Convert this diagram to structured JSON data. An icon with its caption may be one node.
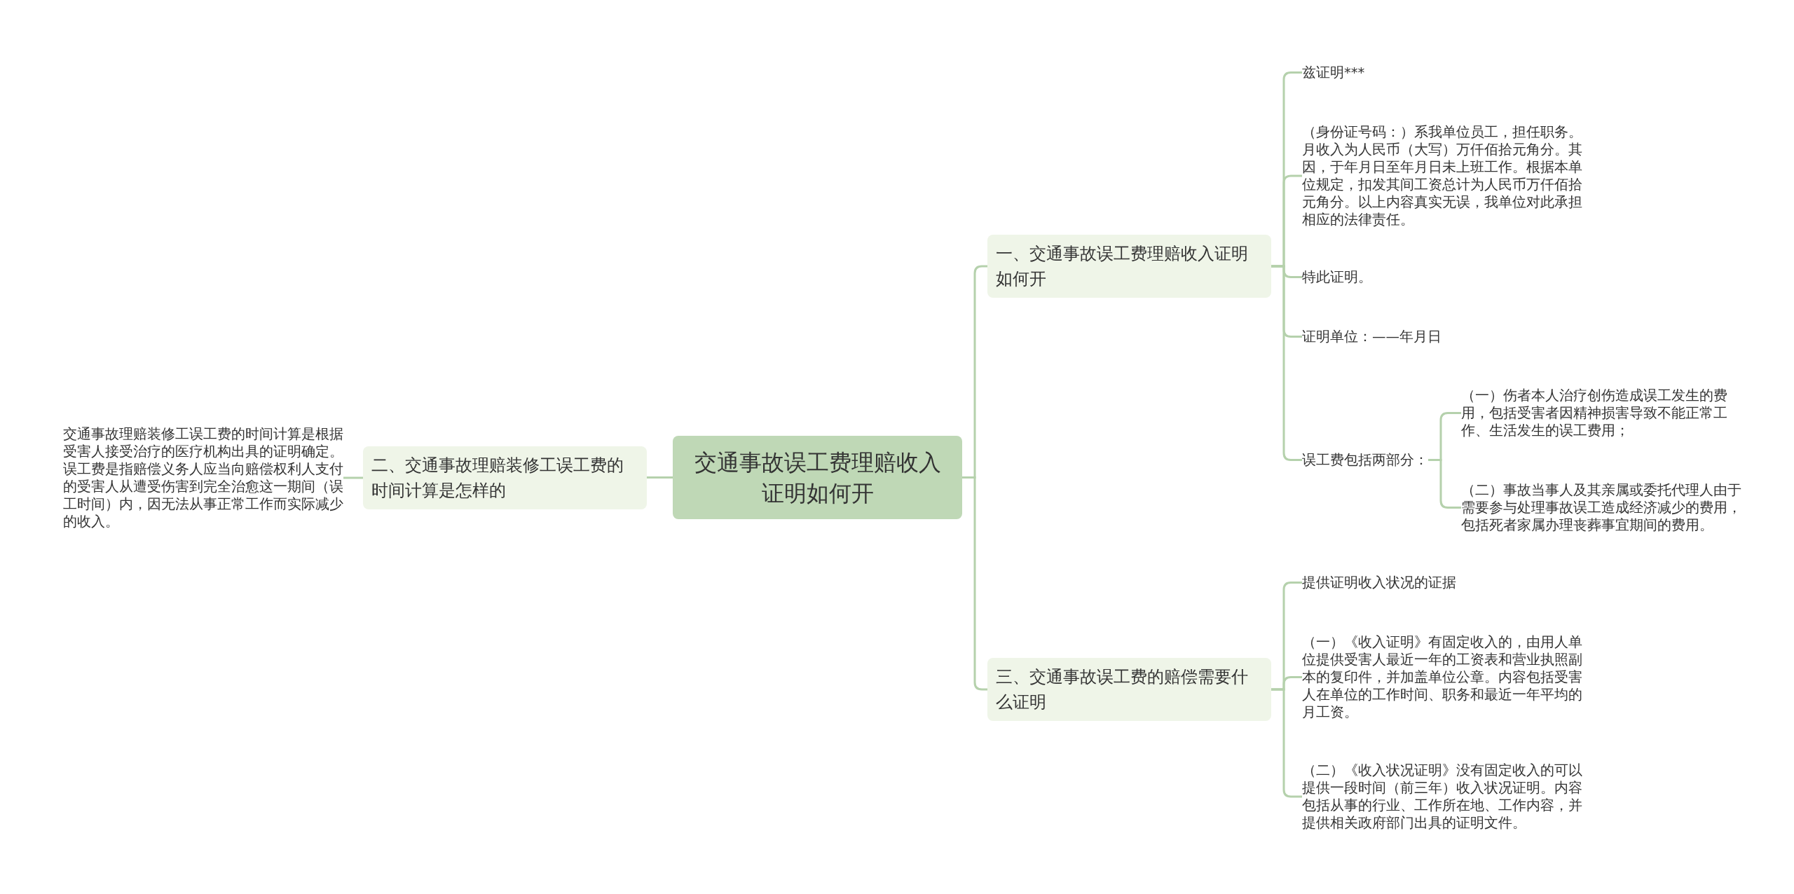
{
  "diagram": {
    "nodes": [
      {
        "text": [
          "交通事故误工费理赔收入证明如何开"
        ]
      },
      {
        "text": [
          "一、交通事故误工费理赔收入证明如何开"
        ]
      },
      {
        "text": [
          "兹证明***"
        ]
      },
      {
        "text": [
          "（身份证号码：）系我单位员工，担任职务。月收入为人民币（大写）万仟佰拾元角分。其因，于年月日至年月日未上班工作。根据本单位规定，扣发其间工资总计为人民币万仟佰拾元角分。以上内容真实无误，我单位对此承担相应的法律责任。"
        ]
      },
      {
        "text": [
          "特此证明。"
        ]
      },
      {
        "text": [
          "证明单位：——年月日"
        ]
      },
      {
        "text": [
          "误工费包括两部分："
        ]
      },
      {
        "text": [
          "（一）伤者本人治疗创伤造成误工发生的费用，包括受害者因精神损害导致不能正常工作、生活发生的误工费用；"
        ]
      },
      {
        "text": [
          "（二）事故当事人及其亲属或委托代理人由于需要参与处理事故误工造成经济减少的费用，包括死者家属办理丧葬事宜期间的费用。"
        ]
      },
      {
        "text": [
          "二、交通事故理赔装修工误工费的时间计算是怎样的"
        ]
      },
      {
        "text": [
          "交通事故理赔装修工误工费的时间计算是根据受害人接受治疗的医疗机构出具的证明确定。误工费是指赔偿义务人应当向赔偿权利人支付的受害人从遭受伤害到完全治愈这一期间（误工时间）内，因无法从事正常工作而实际减少的收入。"
        ]
      },
      {
        "text": [
          "三、交通事故误工费的赔偿需要什么证明"
        ]
      },
      {
        "text": [
          "提供证明收入状况的证据"
        ]
      },
      {
        "text": [
          "（一）《收入证明》有固定收入的，由用人单位提供受害人最近一年的工资表和营业执照副本的复印件，并加盖单位公章。内容包括受害人在单位的工作时间、职务和最近一年平均的月工资。"
        ]
      },
      {
        "text": [
          "（二）《收入状况证明》没有固定收入的可以提供一段时间（前三年）收入状况证明。内容包括从事的行业、工作所在地、工作内容，并提供相关政府部门出具的证明文件。"
        ]
      }
    ],
    "edges": [
      {
        "from": 0,
        "to": 1,
        "arrow": "none"
      },
      {
        "from": 1,
        "to": 2,
        "arrow": "none"
      },
      {
        "from": 1,
        "to": 3,
        "arrow": "none"
      },
      {
        "from": 1,
        "to": 4,
        "arrow": "none"
      },
      {
        "from": 1,
        "to": 5,
        "arrow": "none"
      },
      {
        "from": 1,
        "to": 6,
        "arrow": "none"
      },
      {
        "from": 6,
        "to": 7,
        "arrow": "none"
      },
      {
        "from": 6,
        "to": 8,
        "arrow": "none"
      },
      {
        "from": 0,
        "to": 9,
        "arrow": "none"
      },
      {
        "from": 9,
        "to": 10,
        "arrow": "none"
      },
      {
        "from": 0,
        "to": 11,
        "arrow": "none"
      },
      {
        "from": 11,
        "to": 12,
        "arrow": "none"
      },
      {
        "from": 11,
        "to": 13,
        "arrow": "none"
      },
      {
        "from": 11,
        "to": 14,
        "arrow": "none"
      }
    ]
  }
}
